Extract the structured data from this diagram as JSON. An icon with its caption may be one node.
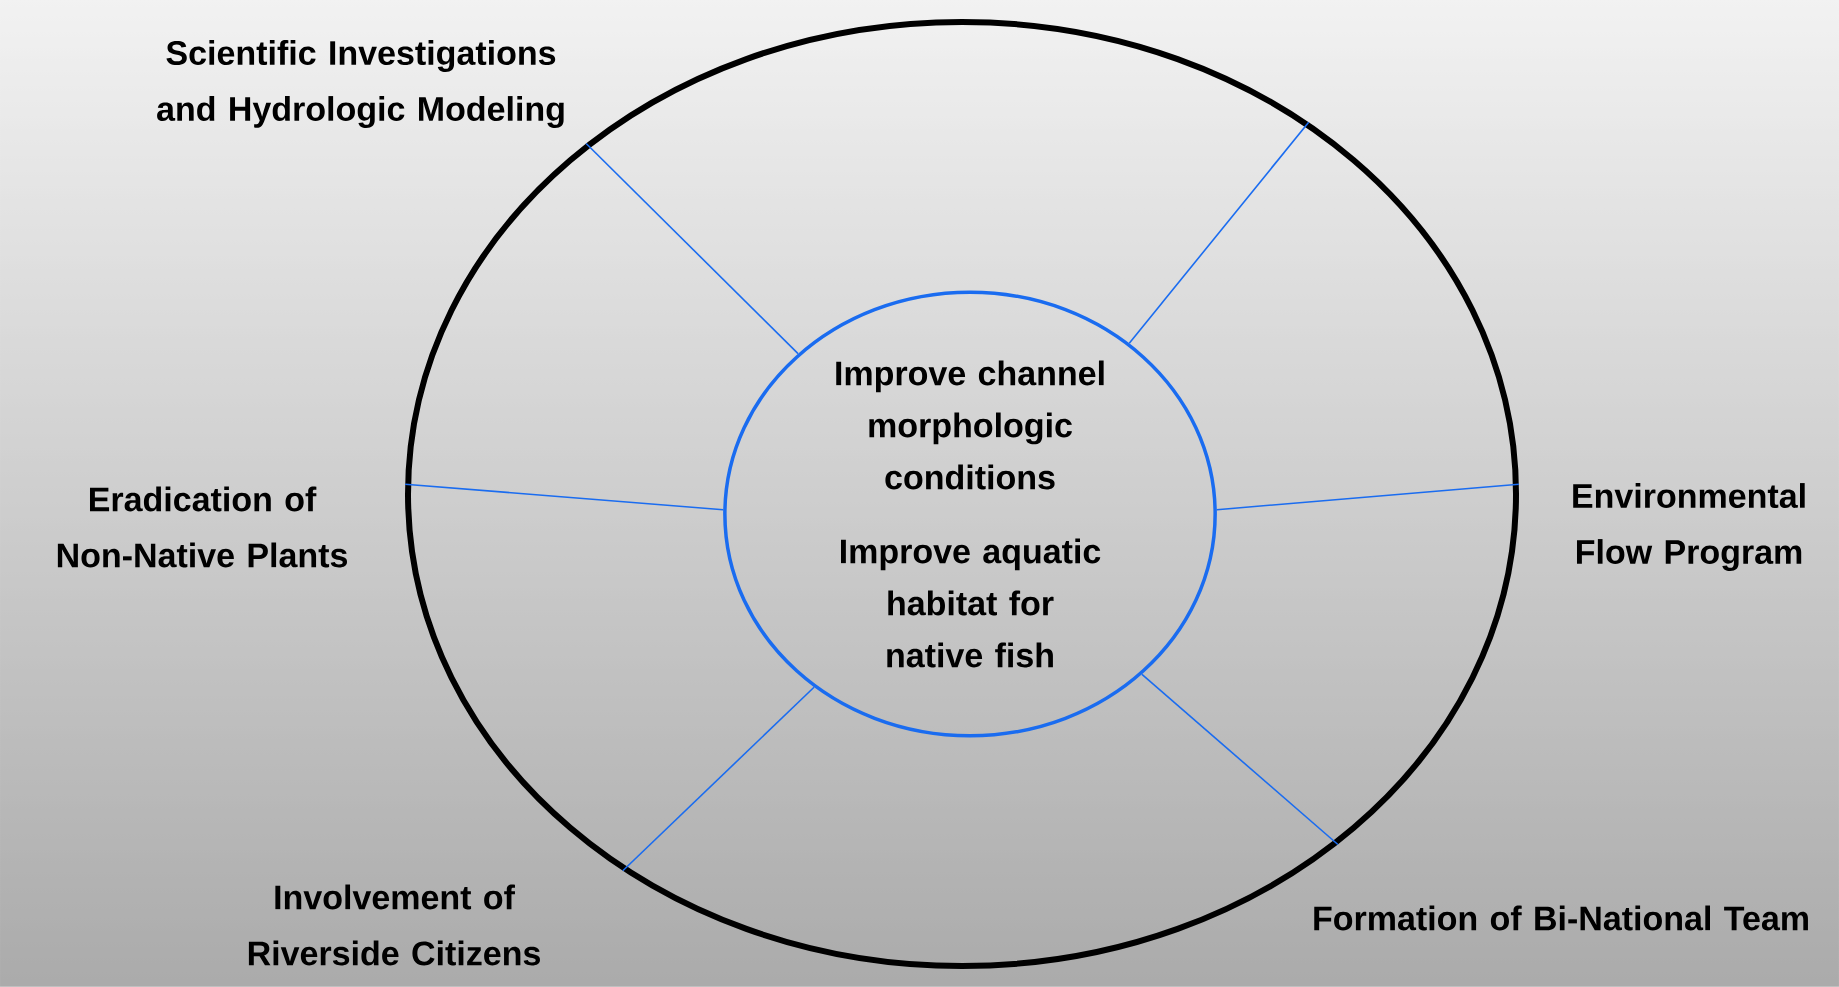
{
  "diagram": {
    "nodes": [
      {
        "text": [],
        "shape": "circle"
      },
      {
        "text": [
          "Improve channel morphologic conditions",
          "Improve aquatic habitat for native fish"
        ],
        "in": 0
      }
    ],
    "edges": [
      {
        "from": 1,
        "to": 0,
        "arrow": "none"
      },
      {
        "from": 1,
        "to": 0,
        "arrow": "none"
      },
      {
        "from": 1,
        "to": 0,
        "arrow": "none"
      },
      {
        "from": 1,
        "to": 0,
        "arrow": "none"
      },
      {
        "from": 1,
        "to": 0,
        "arrow": "none"
      },
      {
        "from": 1,
        "to": 0,
        "arrow": "none"
      }
    ],
    "labels": [
      "Scientific Investigations and Hydrologic Modeling",
      "Eradication of Non-Native Plants",
      "Environmental Flow Program",
      "Involvement of Riverside Citizens",
      "Formation of Bi-National Team"
    ]
  }
}
